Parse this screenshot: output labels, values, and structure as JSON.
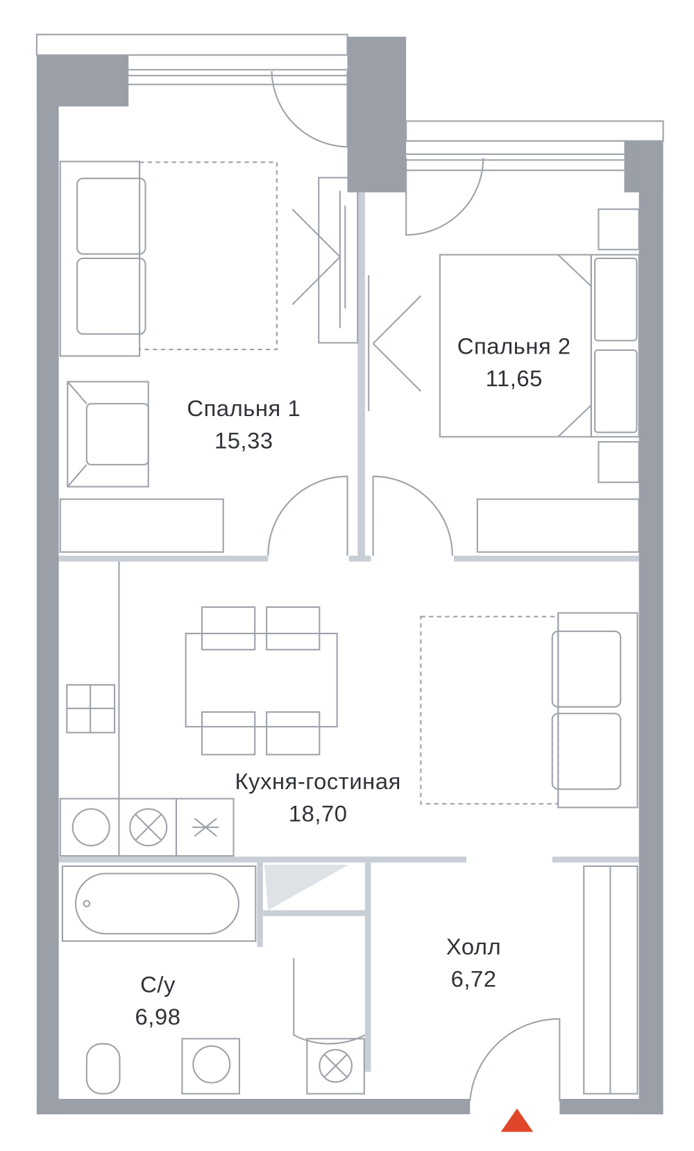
{
  "plan": {
    "rooms": [
      {
        "name": "Спальня 1",
        "area": "15,33"
      },
      {
        "name": "Спальня 2",
        "area": "11,65"
      },
      {
        "name": "Кухня-гостиная",
        "area": "18,70"
      },
      {
        "name": "Холл",
        "area": "6,72"
      },
      {
        "name": "С/у",
        "area": "6,98"
      }
    ],
    "colors": {
      "wall": "#9a9fa8",
      "partition": "#c8ced5",
      "line": "#9ea3aa",
      "entrance": "#e0472a"
    }
  }
}
